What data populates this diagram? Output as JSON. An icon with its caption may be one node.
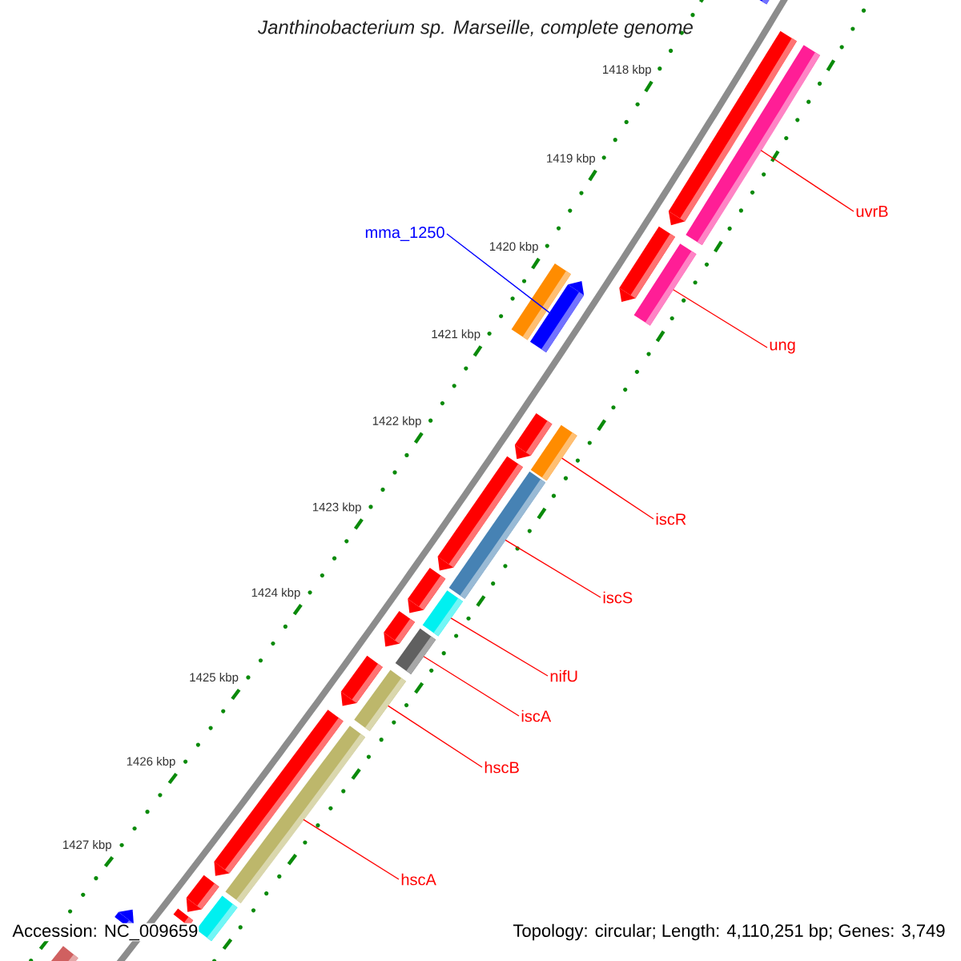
{
  "diagram": {
    "title": "Janthinobacterium sp. Marseille, complete genome",
    "nodes": [
      {
        "text": [
          "uvrB"
        ]
      },
      {
        "text": [
          "mma_1250"
        ]
      },
      {
        "text": [
          "ung"
        ]
      },
      {
        "text": [
          "iscR"
        ]
      },
      {
        "text": [
          "iscS"
        ]
      },
      {
        "text": [
          "nifU"
        ]
      },
      {
        "text": [
          "iscA"
        ]
      },
      {
        "text": [
          "hscB"
        ]
      },
      {
        "text": [
          "hscA"
        ]
      },
      {
        "text": [],
        "shape": "pentagon"
      },
      {
        "text": [],
        "shape": "pentagon"
      },
      {
        "text": [],
        "shape": "bar"
      },
      {
        "text": [],
        "shape": "pentagon"
      },
      {
        "text": [],
        "shape": "bar"
      },
      {
        "text": [],
        "shape": "bar"
      },
      {
        "text": [],
        "shape": "pentagon"
      },
      {
        "text": [],
        "shape": "bar"
      },
      {
        "text": [],
        "shape": "pentagon"
      },
      {
        "text": [],
        "shape": "bar"
      },
      {
        "text": [],
        "shape": "pentagon"
      },
      {
        "text": [],
        "shape": "pentagon"
      },
      {
        "text": [],
        "shape": "bar"
      },
      {
        "text": [],
        "shape": "pentagon"
      },
      {
        "text": [],
        "shape": "bar"
      },
      {
        "text": [],
        "shape": "bar"
      },
      {
        "text": [],
        "shape": "pentagon"
      },
      {
        "text": [],
        "shape": "bar"
      },
      {
        "text": [],
        "shape": "pentagon"
      },
      {
        "text": [],
        "shape": "pentagon"
      },
      {
        "text": [],
        "shape": "bar"
      },
      {
        "text": [],
        "shape": "bar"
      },
      {
        "text": [],
        "shape": "pentagon"
      },
      {
        "text": [],
        "shape": "bar"
      }
    ],
    "edges": [
      {
        "from": 0,
        "to": 11,
        "arrow": "none"
      },
      {
        "from": 1,
        "to": 15,
        "arrow": "none",
        "color": "#0000ff"
      },
      {
        "from": 2,
        "to": 13,
        "arrow": "none"
      },
      {
        "from": 3,
        "to": 16,
        "arrow": "none"
      },
      {
        "from": 4,
        "to": 18,
        "arrow": "none"
      },
      {
        "from": 5,
        "to": 21,
        "arrow": "none"
      },
      {
        "from": 6,
        "to": 23,
        "arrow": "none"
      },
      {
        "from": 7,
        "to": 24,
        "arrow": "none"
      },
      {
        "from": 8,
        "to": 26,
        "arrow": "none"
      }
    ],
    "labels": [
      "1418 kbp",
      "1419 kbp",
      "1420 kbp",
      "1421 kbp",
      "1422 kbp",
      "1423 kbp",
      "1424 kbp",
      "1425 kbp",
      "1426 kbp",
      "1427 kbp",
      "Accession: NC_009659",
      "Topology: circular; Length: 4,110,251 bp; Genes: 3,749"
    ]
  }
}
